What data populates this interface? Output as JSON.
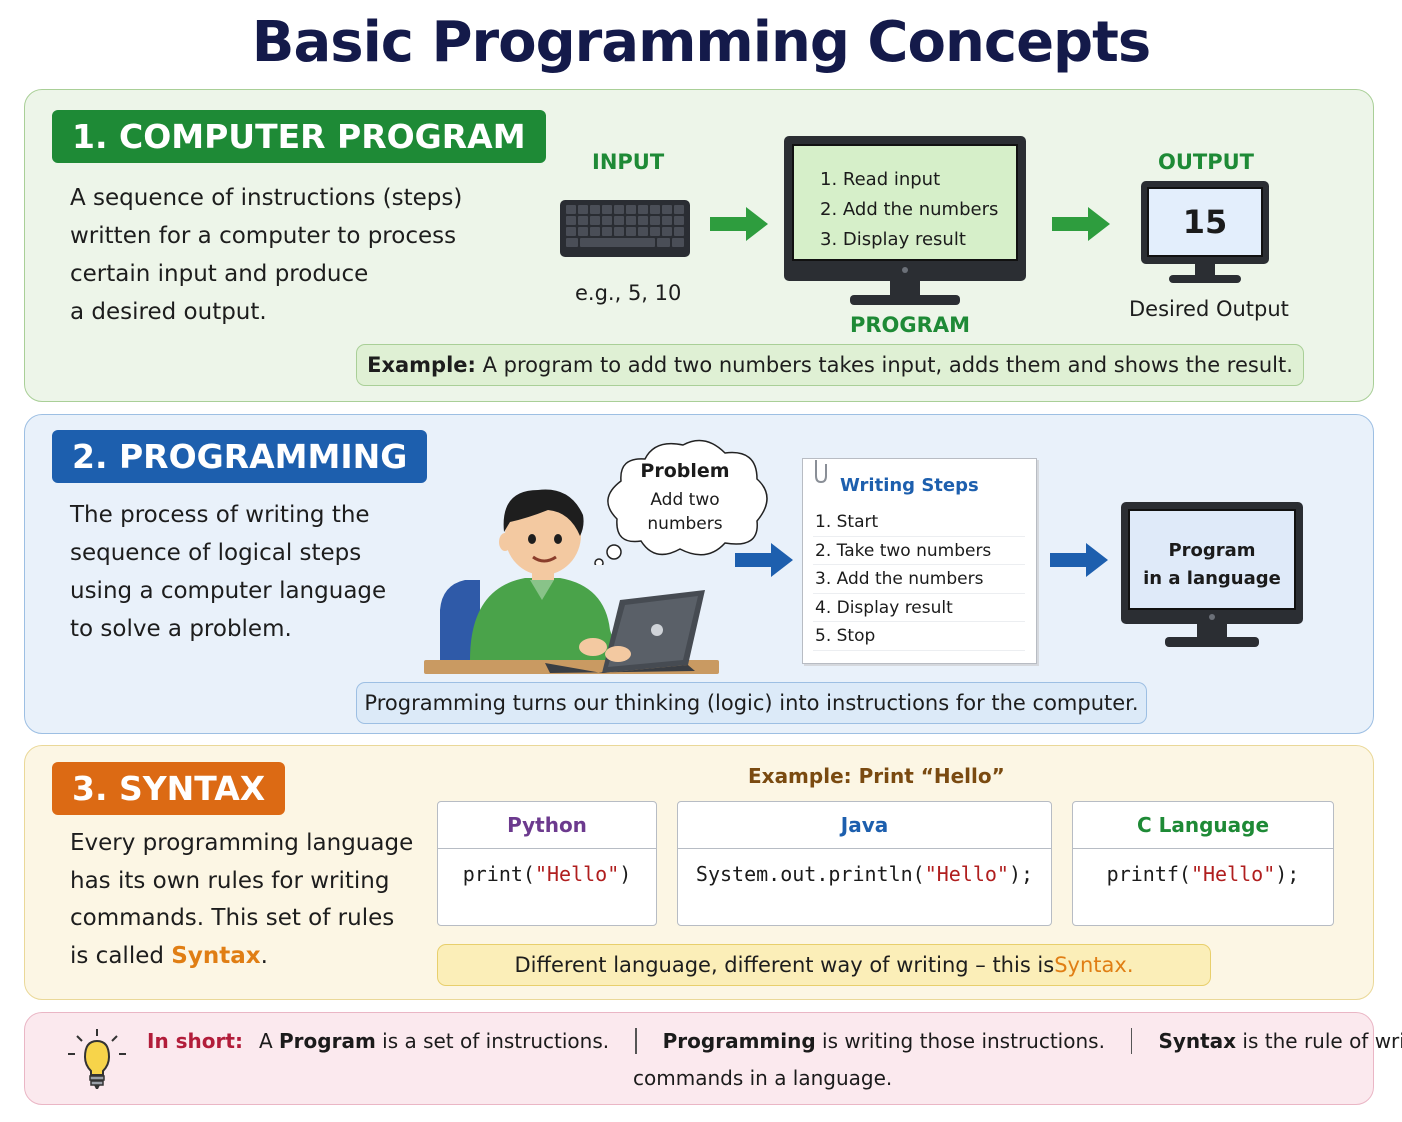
{
  "title": "Basic Programming Concepts",
  "section1": {
    "heading": "1. COMPUTER PROGRAM",
    "description_lines": [
      "A sequence of instructions (steps)",
      "written for a computer to process",
      "certain input and produce",
      "a desired output."
    ],
    "input_label": "INPUT",
    "input_example": "e.g., 5, 10",
    "program_label": "PROGRAM",
    "program_steps": [
      "1.  Read input",
      "2.  Add the numbers",
      "3.  Display result"
    ],
    "output_label": "OUTPUT",
    "output_value": "15",
    "output_caption": "Desired Output",
    "example_label": "Example:",
    "example_text": "A program to add two numbers takes input, adds them and shows the result."
  },
  "section2": {
    "heading": "2. PROGRAMMING",
    "description_lines": [
      "The process of writing the",
      "sequence of logical steps",
      "using a computer language",
      "to solve a problem."
    ],
    "thought_title": "Problem",
    "thought_lines": [
      "Add two",
      "numbers"
    ],
    "notebook_title": "Writing Steps",
    "notebook_steps": [
      "1.  Start",
      "2.  Take two numbers",
      "3.  Add the numbers",
      "4.  Display result",
      "5.  Stop"
    ],
    "result_lines": [
      "Program",
      "in a language"
    ],
    "summary": "Programming turns our thinking (logic) into instructions for the computer."
  },
  "section3": {
    "heading": "3. SYNTAX",
    "description_lines": [
      "Every programming language",
      "has its own rules for writing",
      "commands. This set of rules"
    ],
    "description_last_prefix": "is called ",
    "description_last_term": "Syntax",
    "description_last_suffix": ".",
    "example_title": "Example: Print “Hello”",
    "languages": [
      {
        "name": "Python",
        "code_before": "print(",
        "code_string": "\"Hello\"",
        "code_after": ")"
      },
      {
        "name": "Java",
        "code_before": "System.out.println(",
        "code_string": "\"Hello\"",
        "code_after": ");"
      },
      {
        "name": "C Language",
        "code_before": "printf(",
        "code_string": "\"Hello\"",
        "code_after": ");"
      }
    ],
    "summary_prefix": "Different language, different way of writing – this is ",
    "summary_term": "Syntax."
  },
  "in_short": {
    "label": "In short:",
    "part1_pre": "A ",
    "part1_bold": "Program",
    "part1_post": " is a set of instructions.",
    "part2_bold": "Programming",
    "part2_post": " is writing those instructions.",
    "part3_bold": "Syntax",
    "part3_post": " is the rule of writing",
    "part3_continued": "commands in a language."
  },
  "colors": {
    "green": "#1e8a36",
    "blue": "#1d5fae",
    "orange": "#dc6a14",
    "title": "#141a4a",
    "crimson": "#b21d3a"
  }
}
